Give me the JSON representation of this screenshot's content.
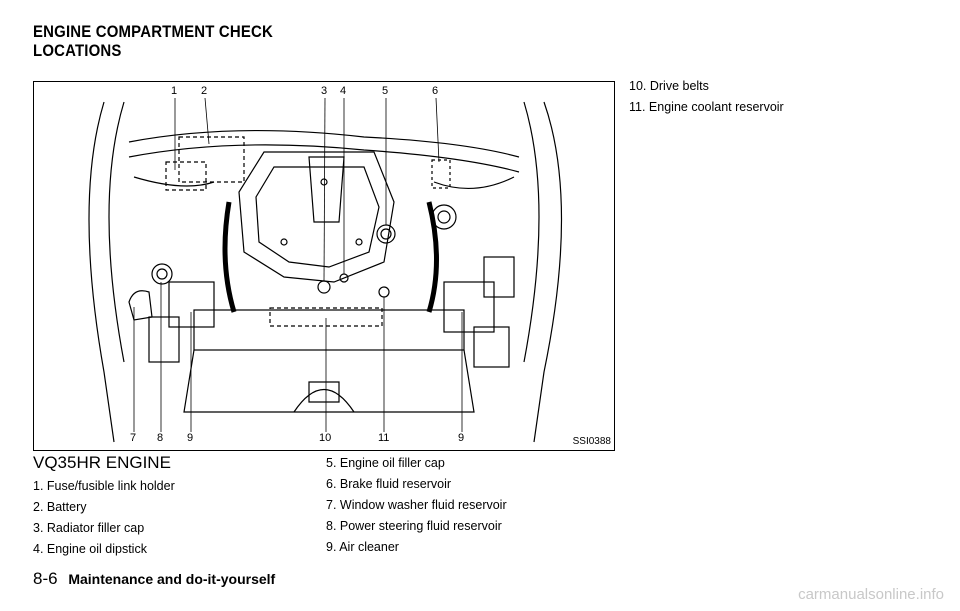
{
  "page": {
    "title_line1": "ENGINE COMPARTMENT CHECK",
    "title_line2": "LOCATIONS"
  },
  "figure": {
    "code": "SSI0388",
    "top_callouts": [
      "1",
      "2",
      "3",
      "4",
      "5",
      "6"
    ],
    "bottom_callouts": [
      "7",
      "8",
      "9",
      "10",
      "11",
      "9"
    ]
  },
  "engine_title": "VQ35HR ENGINE",
  "items_col1": [
    "1.  Fuse/fusible link holder",
    "2.  Battery",
    "3.  Radiator filler cap",
    "4.  Engine oil dipstick"
  ],
  "items_col2": [
    "5.  Engine oil filler cap",
    "6.  Brake fluid reservoir",
    "7.  Window washer fluid reservoir",
    "8.  Power steering fluid reservoir",
    "9.  Air cleaner"
  ],
  "items_col3": [
    "10.  Drive belts",
    "11.  Engine coolant reservoir"
  ],
  "footer": {
    "page_number": "8-6",
    "section": "Maintenance and do-it-yourself"
  },
  "watermark": "carmanualsonline.info"
}
